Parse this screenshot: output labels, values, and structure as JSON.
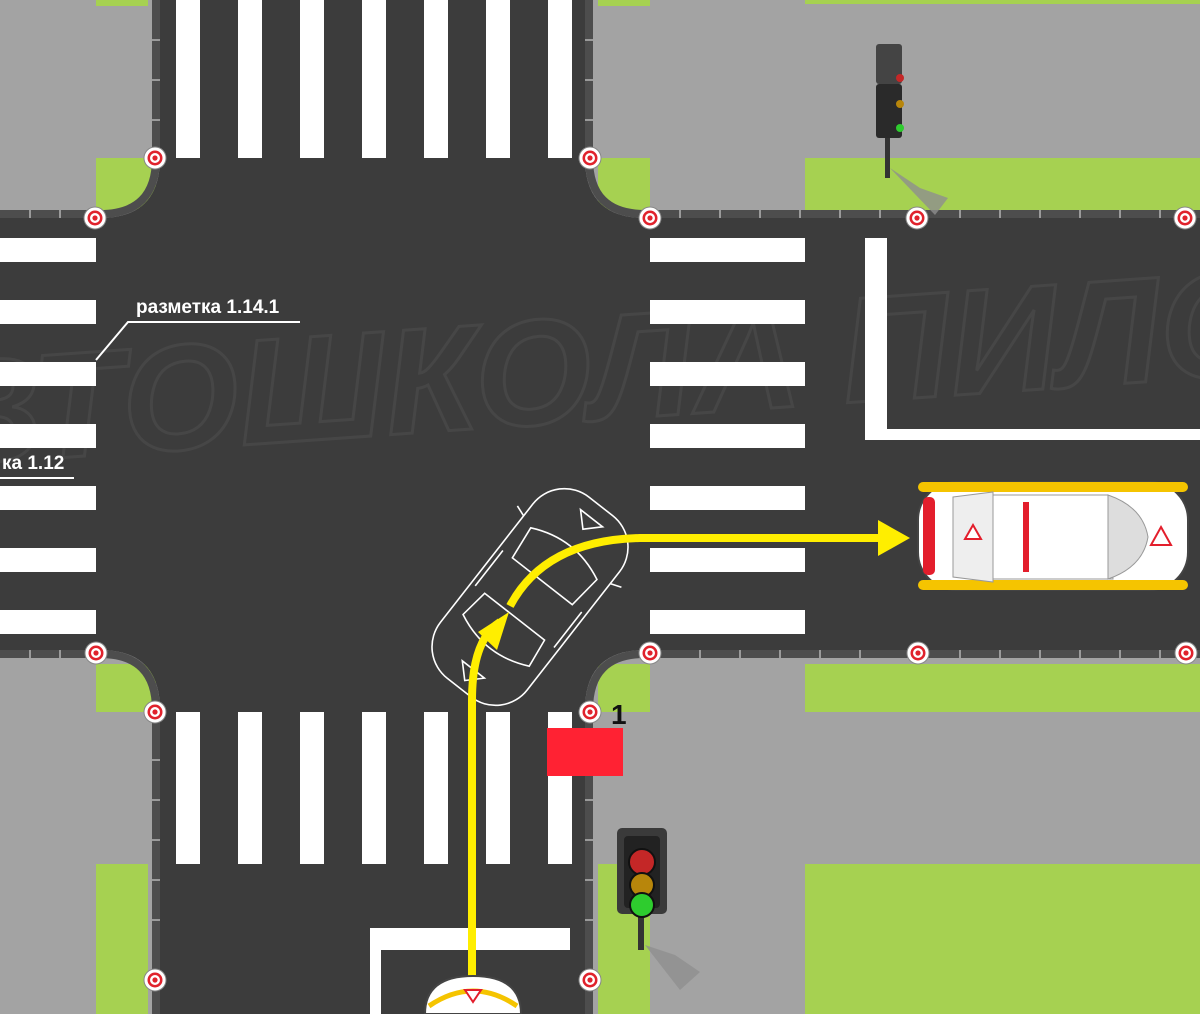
{
  "diagram": {
    "labels": {
      "marking_zebra": "разметка 1.14.1",
      "marking_stopline": "ка 1.12",
      "stop_point_number": "1"
    },
    "watermark_text": "АВТОШКОЛА ПИЛОТ"
  },
  "colors": {
    "asphalt": "#3c3c3c",
    "sidewalk": "#a3a3a3",
    "grass": "#a6d151",
    "marking": "#ffffff",
    "route_arrow": "#ffee00",
    "stop_sign_plate": "#ff2233",
    "curb": "#555555",
    "light_red": "#c42727",
    "light_amber": "#b8860b",
    "light_green": "#2ecc2e"
  },
  "icons": {
    "traffic_light": "traffic-light-icon",
    "target_marker": "target-marker-icon",
    "car": "car-icon",
    "arrow": "route-arrow-icon"
  }
}
